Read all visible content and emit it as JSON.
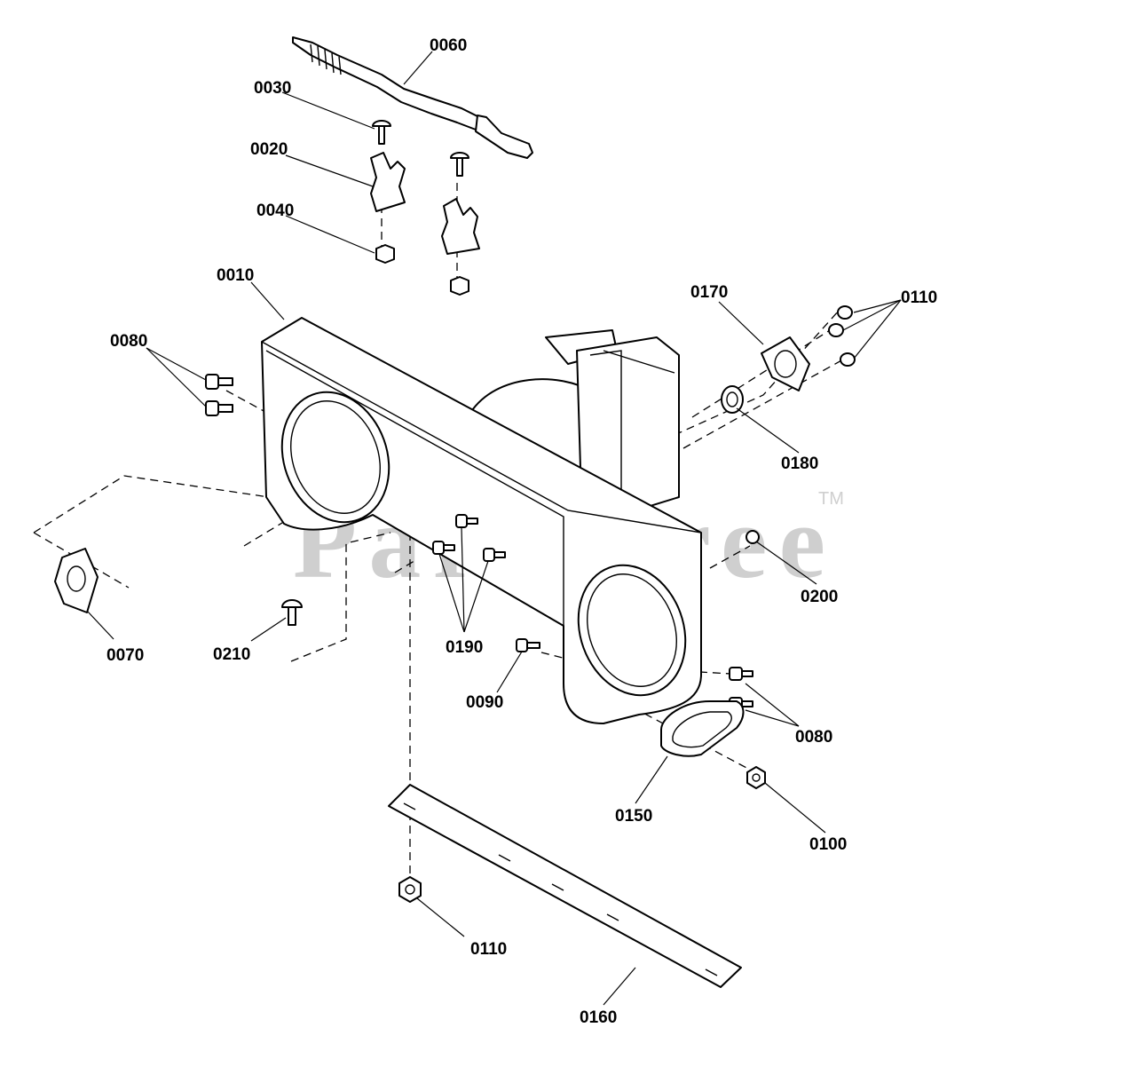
{
  "watermark": {
    "text": "PartsTree",
    "trademark": "TM"
  },
  "labels": {
    "p0060": "0060",
    "p0030": "0030",
    "p0020": "0020",
    "p0040": "0040",
    "p0010": "0010",
    "p0080_left": "0080",
    "p0170": "0170",
    "p0110_top": "0110",
    "p0180": "0180",
    "p0200": "0200",
    "p0070": "0070",
    "p0210": "0210",
    "p0190": "0190",
    "p0090": "0090",
    "p0080_right": "0080",
    "p0150": "0150",
    "p0100": "0100",
    "p0110_bottom": "0110",
    "p0160": "0160"
  }
}
